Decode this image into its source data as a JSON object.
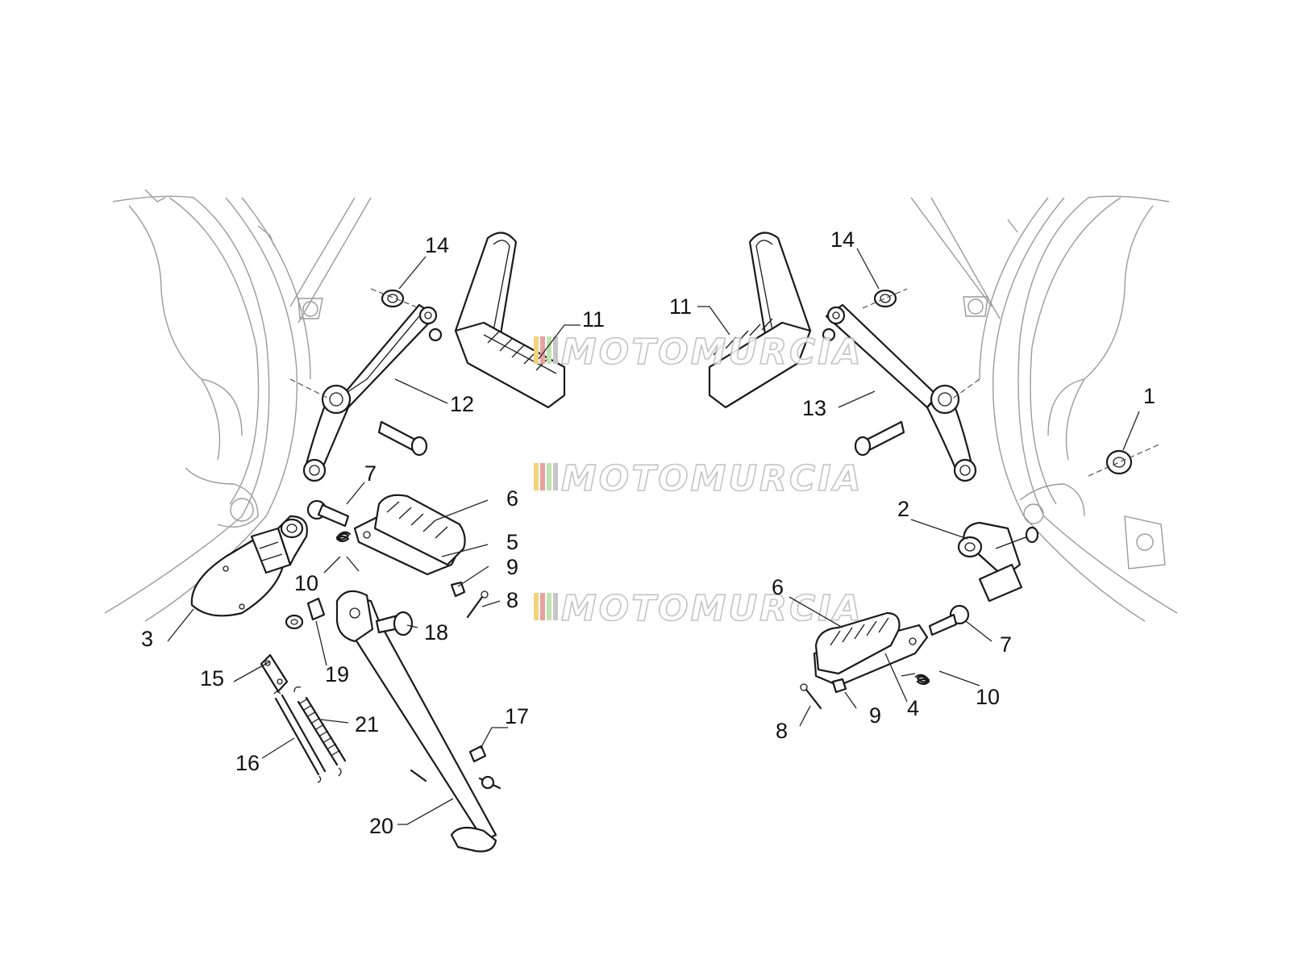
{
  "watermark": {
    "text": "MOTOMURCIA",
    "colors": [
      "#f2d37a",
      "#e9a0a0",
      "#bfe3b0",
      "#c6c6c6"
    ]
  },
  "callouts": {
    "c1": "1",
    "c2": "2",
    "c3": "3",
    "c4": "4",
    "c5": "5",
    "c6a": "6",
    "c6b": "6",
    "c7a": "7",
    "c7b": "7",
    "c8a": "8",
    "c8b": "8",
    "c9a": "9",
    "c9b": "9",
    "c10a": "10",
    "c10b": "10",
    "c11a": "11",
    "c11b": "11",
    "c12": "12",
    "c13": "13",
    "c14a": "14",
    "c14b": "14",
    "c15": "15",
    "c16": "16",
    "c17": "17",
    "c18": "18",
    "c19": "19",
    "c20": "20",
    "c21": "21"
  }
}
